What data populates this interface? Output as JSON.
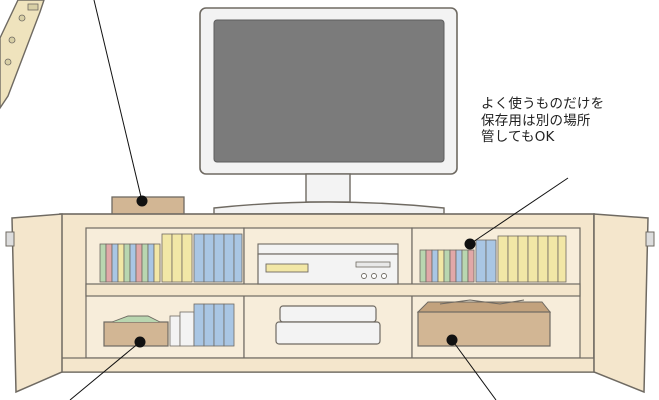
{
  "annotation": {
    "lines": [
      "よく使うものだけを",
      "保存用は別の場所",
      "管してもOK"
    ]
  },
  "colors": {
    "wood_fill": "#f4e6cc",
    "wood_inner": "#f7edda",
    "outline": "#6f6a62",
    "screen": "#7b7b7b",
    "marker": "#111111",
    "book_blue": "#a9c6e4",
    "book_yellow": "#f2e7a6",
    "book_green": "#b9d6b0",
    "book_red": "#e1a8a8",
    "box_fill": "#d2b694",
    "remote_fill": "#efe3bd"
  }
}
